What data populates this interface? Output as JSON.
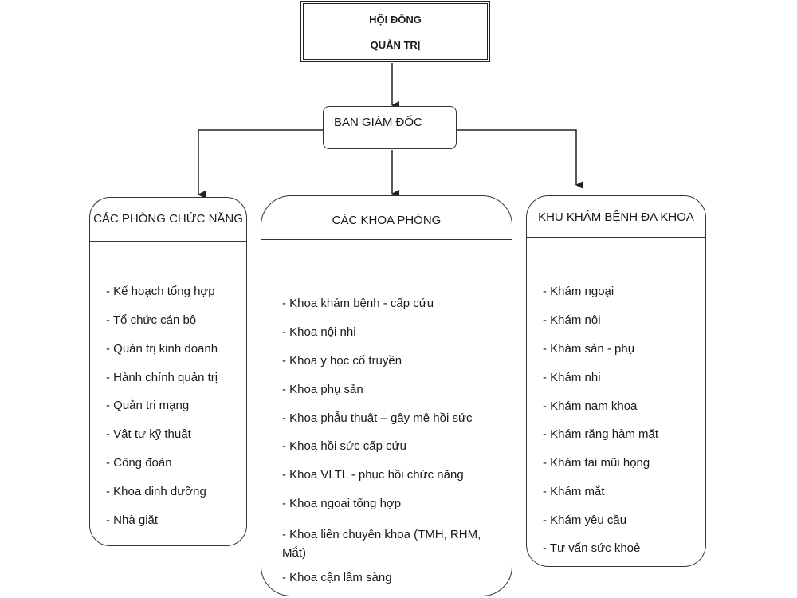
{
  "board": {
    "line1": "HỘI ĐỒNG",
    "line2": "QUẢN TRỊ"
  },
  "director": {
    "label": "BAN GIÁM ĐỐC"
  },
  "columns": {
    "left": {
      "title": "CÁC PHÒNG CHỨC NĂNG",
      "items": [
        "- Kế hoạch tổng hợp",
        "- Tổ chức cán bộ",
        "- Quản trị kinh doanh",
        "- Hành chính quản trị",
        "- Quản tri mạng",
        "- Vật tư kỹ thuật",
        "- Công đoàn",
        "- Khoa dinh dưỡng",
        "- Nhà giặt"
      ]
    },
    "middle": {
      "title": "CÁC KHOA PHÒNG",
      "items": [
        "- Khoa khám bệnh - cấp cứu",
        "- Khoa nội nhi",
        "- Khoa y học cổ truyền",
        "- Khoa phụ sản",
        "- Khoa phẫu thuật – gây mê hồi sức",
        "- Khoa hồi sức cấp cứu",
        "- Khoa VLTL - phục hồi chức năng",
        "- Khoa ngoại tổng hợp",
        "- Khoa liên chuyên khoa (TMH, RHM, Mắt)",
        "- Khoa cận lâm sàng"
      ]
    },
    "right": {
      "title": "KHU KHÁM BỆNH ĐA KHOA",
      "items": [
        "- Khám ngoại",
        "- Khám nội",
        "- Khám sản - phụ",
        "- Khám nhi",
        "- Khám nam khoa",
        "- Khám răng hàm mặt",
        "- Khám tai mũi họng",
        "- Khám mắt",
        "- Khám yêu cầu",
        "- Tư vấn sức khoẻ"
      ]
    }
  }
}
